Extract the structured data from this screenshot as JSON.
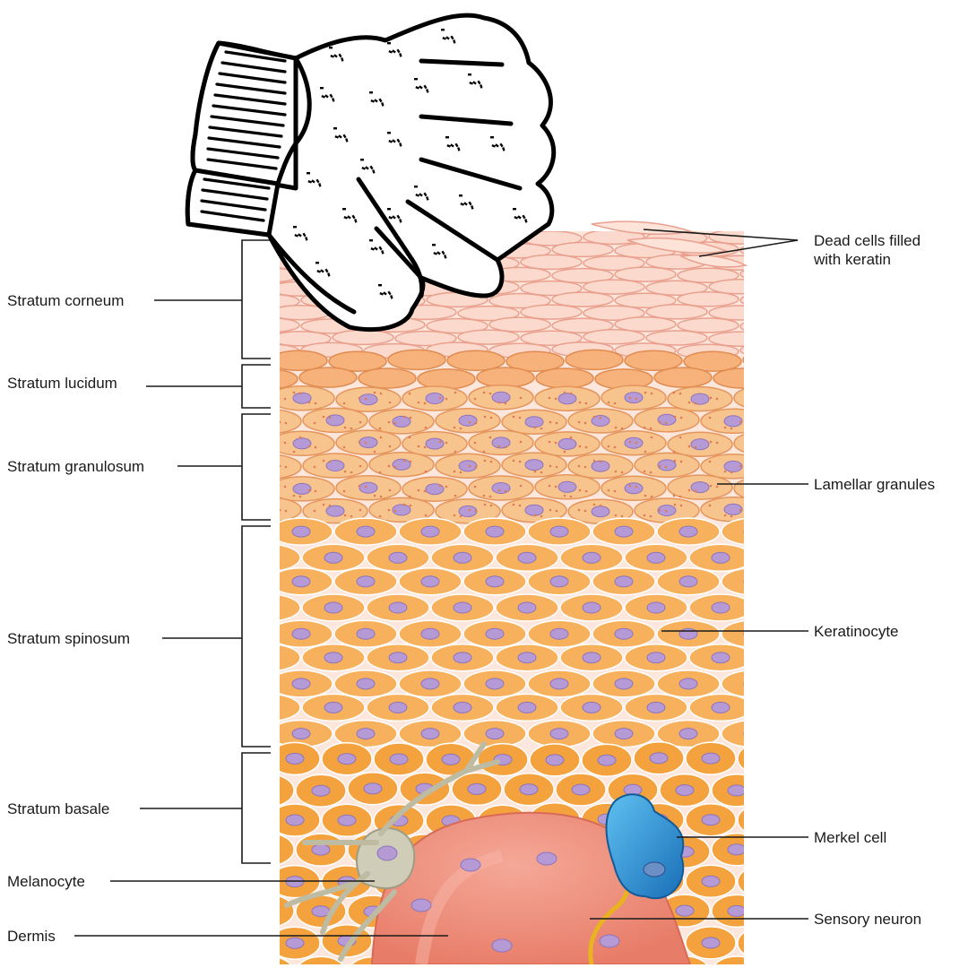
{
  "labels_left": {
    "stratum_corneum": "Stratum corneum",
    "stratum_lucidum": "Stratum lucidum",
    "stratum_granulosum": "Stratum granulosum",
    "stratum_spinosum": "Stratum spinosum",
    "stratum_basale": "Stratum basale",
    "melanocyte": "Melanocyte",
    "dermis": "Dermis"
  },
  "labels_right": {
    "dead_cells_line1": "Dead cells filled",
    "dead_cells_line2": "with keratin",
    "lamellar_granules": "Lamellar granules",
    "keratinocyte": "Keratinocyte",
    "merkel_cell": "Merkel cell",
    "sensory_neuron": "Sensory neuron"
  },
  "colors": {
    "corneum": "#fbd9cc",
    "lucidum": "#f6b27a",
    "granulosum": "#f8c48e",
    "spinosum": "#f7b15c",
    "basale": "#f4a23e",
    "nucleus": "#b59ad6",
    "dermis": "#ee8c78",
    "melanocyte": "#c9c7b2",
    "merkel": "#2f97d8",
    "neuron": "#f2c331"
  },
  "icons": {
    "glove": "exfoliating-glove-icon"
  }
}
